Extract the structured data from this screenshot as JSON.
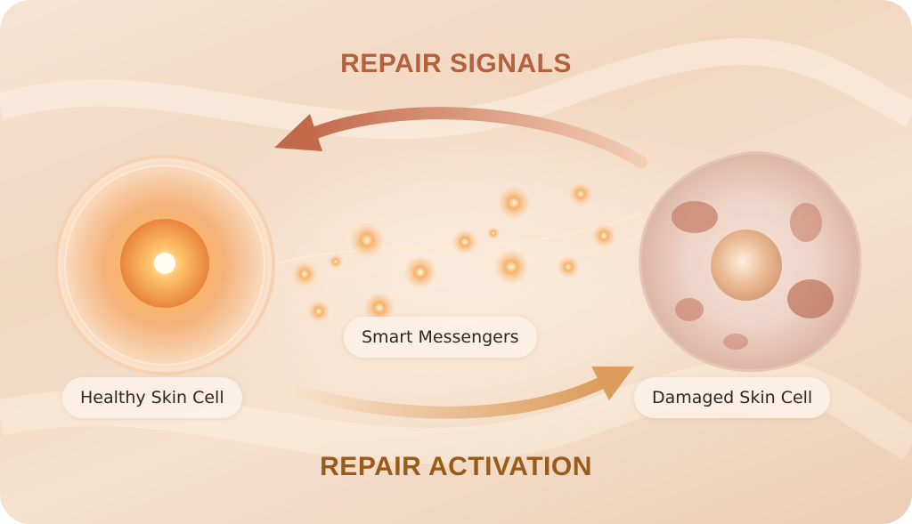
{
  "headings": {
    "top": "REPAIR SIGNALS",
    "bottom": "REPAIR ACTIVATION"
  },
  "labels": {
    "healthy": "Healthy Skin Cell",
    "messengers": "Smart Messengers",
    "damaged": "Damaged Skin Cell"
  },
  "colors": {
    "top_heading": "#b4623e",
    "bottom_heading": "#9a5a18",
    "top_arrow": "#c8795a",
    "bottom_arrow": "#dca066",
    "healthy_cell": "#f3a463",
    "damaged_cell": "#c47c64"
  }
}
